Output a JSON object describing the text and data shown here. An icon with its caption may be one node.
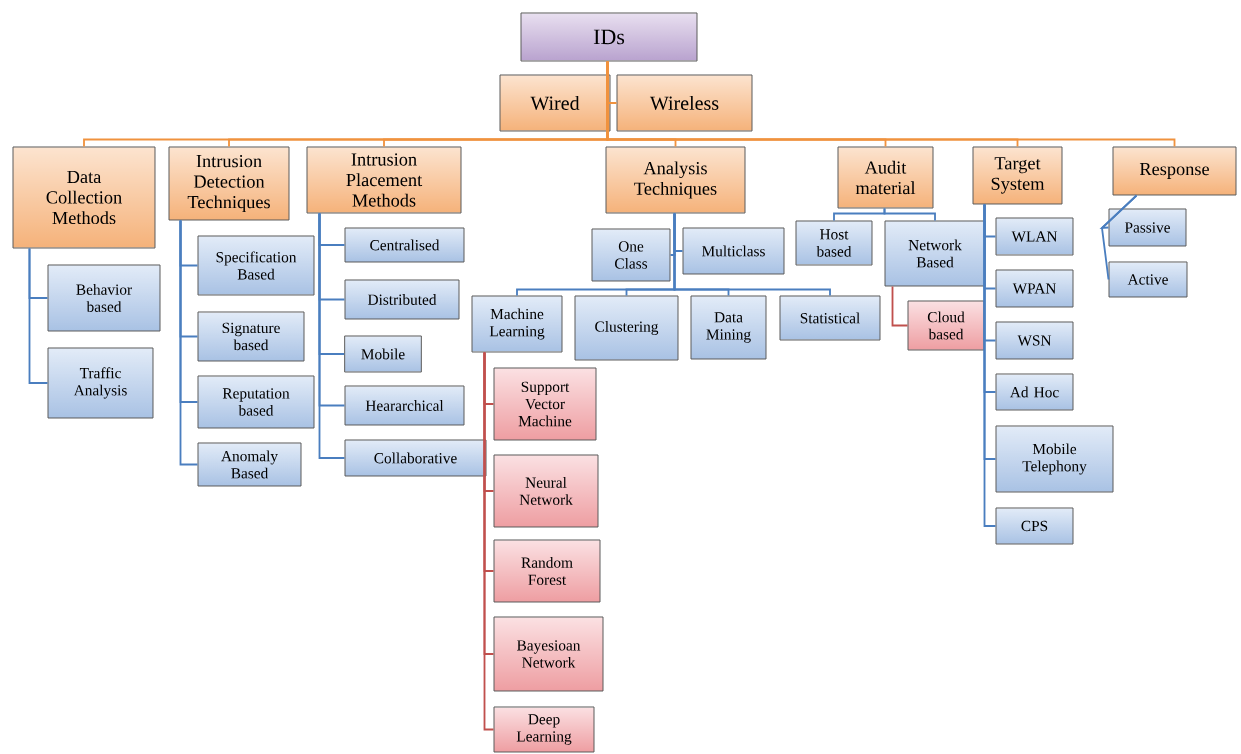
{
  "diagram": {
    "nodes": [
      {
        "text": [
          "IDs"
        ]
      },
      {
        "text": [
          "Wired"
        ]
      },
      {
        "text": [
          "Wireless"
        ]
      },
      {
        "text": [
          "Data Collection Methods"
        ]
      },
      {
        "text": [
          "Intrusion Detection Techniques"
        ]
      },
      {
        "text": [
          "Intrusion Placement Methods"
        ]
      },
      {
        "text": [
          "Analysis Techniques"
        ]
      },
      {
        "text": [
          "Audit material"
        ]
      },
      {
        "text": [
          "Target System"
        ]
      },
      {
        "text": [
          "Response"
        ]
      },
      {
        "text": [
          "Behavior based"
        ]
      },
      {
        "text": [
          "Traffic Analysis"
        ]
      },
      {
        "text": [
          "Specification Based"
        ]
      },
      {
        "text": [
          "Signature based"
        ]
      },
      {
        "text": [
          "Reputation based"
        ]
      },
      {
        "text": [
          "Anomaly Based"
        ]
      },
      {
        "text": [
          "Centralised"
        ]
      },
      {
        "text": [
          "Distributed"
        ]
      },
      {
        "text": [
          "Mobile"
        ]
      },
      {
        "text": [
          "Heararchical"
        ]
      },
      {
        "text": [
          "Collaborative"
        ]
      },
      {
        "text": [
          "One Class"
        ]
      },
      {
        "text": [
          "Multiclass"
        ]
      },
      {
        "text": [
          "Machine Learning"
        ]
      },
      {
        "text": [
          "Clustering"
        ]
      },
      {
        "text": [
          "Data Mining"
        ]
      },
      {
        "text": [
          "Statistical"
        ]
      },
      {
        "text": [
          "Host based"
        ]
      },
      {
        "text": [
          "Network Based"
        ]
      },
      {
        "text": [
          "Cloud based"
        ]
      },
      {
        "text": [
          "WLAN"
        ]
      },
      {
        "text": [
          "WPAN"
        ]
      },
      {
        "text": [
          "WSN"
        ]
      },
      {
        "text": [
          "Ad Hoc"
        ]
      },
      {
        "text": [
          "Mobile Telephony"
        ]
      },
      {
        "text": [
          "CPS"
        ]
      },
      {
        "text": [
          "Passive"
        ]
      },
      {
        "text": [
          "Active"
        ]
      },
      {
        "text": [
          "Support Vector Machine"
        ]
      },
      {
        "text": [
          "Neural Network"
        ]
      },
      {
        "text": [
          "Random Forest"
        ]
      },
      {
        "text": [
          "Bayesioan Network"
        ]
      },
      {
        "text": [
          "Deep Learning"
        ]
      }
    ],
    "edges": [
      {
        "from": 0,
        "to": 1,
        "arrow": "none",
        "color": "#f0923e"
      },
      {
        "from": 0,
        "to": 2,
        "arrow": "none",
        "color": "#f0923e"
      },
      {
        "from": 0,
        "to": 3,
        "arrow": "none",
        "color": "#f0923e"
      },
      {
        "from": 0,
        "to": 4,
        "arrow": "none",
        "color": "#f0923e"
      },
      {
        "from": 0,
        "to": 5,
        "arrow": "none",
        "color": "#f0923e"
      },
      {
        "from": 0,
        "to": 6,
        "arrow": "none",
        "color": "#f0923e"
      },
      {
        "from": 0,
        "to": 7,
        "arrow": "none",
        "color": "#f0923e"
      },
      {
        "from": 0,
        "to": 8,
        "arrow": "none",
        "color": "#f0923e"
      },
      {
        "from": 0,
        "to": 9,
        "arrow": "none",
        "color": "#f0923e"
      },
      {
        "from": 3,
        "to": 10,
        "arrow": "none"
      },
      {
        "from": 3,
        "to": 11,
        "arrow": "none"
      },
      {
        "from": 4,
        "to": 12,
        "arrow": "none"
      },
      {
        "from": 4,
        "to": 13,
        "arrow": "none"
      },
      {
        "from": 4,
        "to": 14,
        "arrow": "none"
      },
      {
        "from": 4,
        "to": 15,
        "arrow": "none"
      },
      {
        "from": 5,
        "to": 16,
        "arrow": "none"
      },
      {
        "from": 5,
        "to": 17,
        "arrow": "none"
      },
      {
        "from": 5,
        "to": 18,
        "arrow": "none"
      },
      {
        "from": 5,
        "to": 19,
        "arrow": "none"
      },
      {
        "from": 5,
        "to": 20,
        "arrow": "none"
      },
      {
        "from": 6,
        "to": 21,
        "arrow": "none"
      },
      {
        "from": 6,
        "to": 22,
        "arrow": "none"
      },
      {
        "from": 6,
        "to": 23,
        "arrow": "none"
      },
      {
        "from": 6,
        "to": 24,
        "arrow": "none"
      },
      {
        "from": 6,
        "to": 25,
        "arrow": "none"
      },
      {
        "from": 6,
        "to": 26,
        "arrow": "none"
      },
      {
        "from": 7,
        "to": 27,
        "arrow": "none"
      },
      {
        "from": 7,
        "to": 28,
        "arrow": "none"
      },
      {
        "from": 28,
        "to": 29,
        "arrow": "none",
        "color": "#c0504d"
      },
      {
        "from": 8,
        "to": 30,
        "arrow": "none"
      },
      {
        "from": 8,
        "to": 31,
        "arrow": "none"
      },
      {
        "from": 8,
        "to": 32,
        "arrow": "none"
      },
      {
        "from": 8,
        "to": 33,
        "arrow": "none"
      },
      {
        "from": 8,
        "to": 34,
        "arrow": "none"
      },
      {
        "from": 8,
        "to": 35,
        "arrow": "none"
      },
      {
        "from": 9,
        "to": 36,
        "arrow": "none"
      },
      {
        "from": 9,
        "to": 37,
        "arrow": "none"
      },
      {
        "from": 23,
        "to": 38,
        "arrow": "none",
        "color": "#c0504d"
      },
      {
        "from": 23,
        "to": 39,
        "arrow": "none",
        "color": "#c0504d"
      },
      {
        "from": 23,
        "to": 40,
        "arrow": "none",
        "color": "#c0504d"
      },
      {
        "from": 23,
        "to": 41,
        "arrow": "none",
        "color": "#c0504d"
      },
      {
        "from": 23,
        "to": 42,
        "arrow": "none",
        "color": "#c0504d"
      }
    ]
  }
}
